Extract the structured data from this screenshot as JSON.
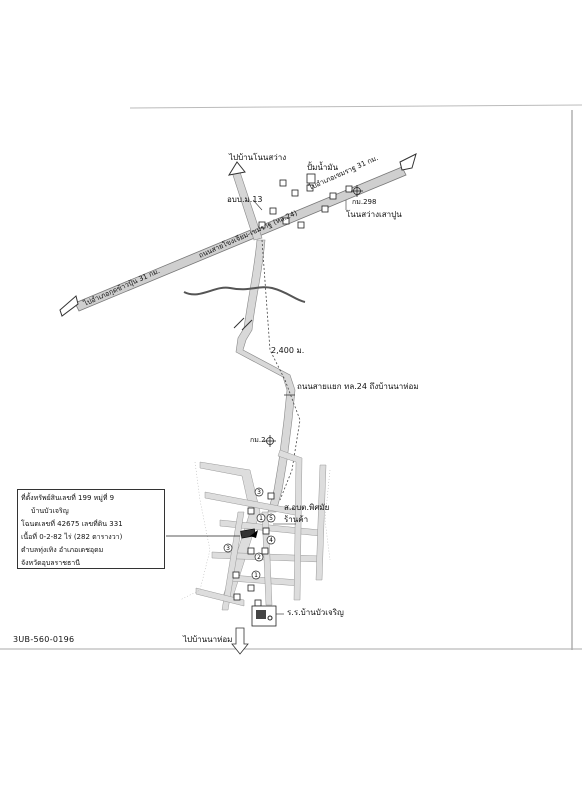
{
  "map": {
    "labels": {
      "to_ban_non_sawang": "ไปบ้านโนนสว่าง",
      "gas_station": "ปั้มน้ำมัน",
      "village_13": "อบบ.ม.13",
      "to_khemarat": "ไปอำเภอเขมราฐ 31 กม.",
      "km_298": "กม.298",
      "non_sawang_school": "โนนสว่างเสาปูน",
      "road_name": "ถนนสายโขงเจียม-เขมราฐ (ทล.24)",
      "to_kut_khaopun": "ไปอำเภอกุดข้าวปุ้น 31 กม.",
      "distance": "2,400 ม.",
      "branch_road": "ถนนสายแยก ทล.24 ถึงบ้านนาห่อม",
      "km_2": "กม.2",
      "tao_office": "ส.อบต.พิศมัย",
      "shop": "ร้านค้า",
      "school": "ร.ร.บ้านบัวเจริญ",
      "to_ban_na_hom": "ไปบ้านนาห่อม",
      "doc_code": "3UB-560-0196"
    },
    "markers": [
      "3",
      "1",
      "5",
      "4",
      "3",
      "2",
      "1"
    ],
    "property": {
      "line1": "ที่ตั้งทรัพย์สินเลขที่  199 หมู่ที่ 9",
      "line2": "บ้านบัวเจริญ",
      "line3": "โฉนดเลขที่  42675   เลขที่ดิน  331",
      "line4": "เนื้อที่  0-2-82 ไร่  (282  ตารางวา)",
      "line5": "ตำบลทุ่งเทิง  อำเภอเดชอุดม",
      "line6": "จังหวัดอุบลราชธานี"
    }
  }
}
